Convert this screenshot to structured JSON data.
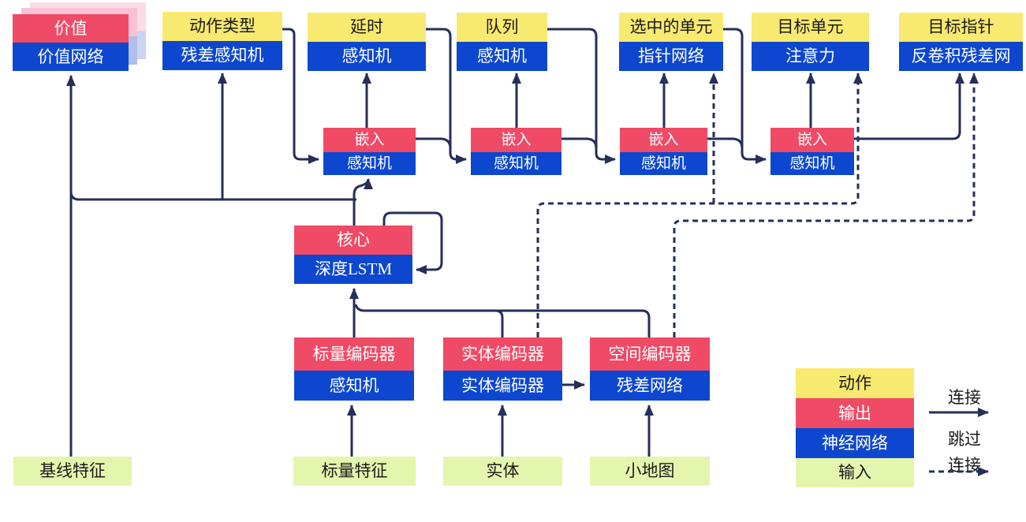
{
  "diagram_title": "agent-architecture-diagram",
  "colors": {
    "action_yellow": "#F8E971",
    "output_red": "#EF4A66",
    "network_blue": "#0D47D0",
    "input_green": "#E4F6AE",
    "connector_navy": "#252F58",
    "value_shadow_pink": "#F7C3D4",
    "value_shadow_pink_far": "#FBDBE6",
    "value_shadow_blue": "#AFBEEA",
    "value_shadow_blue_far": "#CBD5F3",
    "background": "#FFFFFF"
  },
  "nodes": {
    "value": {
      "output": "价值",
      "network": "价值网络"
    },
    "action_type": {
      "action": "动作类型",
      "network": "残差感知机"
    },
    "delay": {
      "action": "延时",
      "network": "感知机"
    },
    "queue": {
      "action": "队列",
      "network": "感知机"
    },
    "selected_units": {
      "action": "选中的单元",
      "network": "指针网络"
    },
    "target_unit": {
      "action": "目标单元",
      "network": "注意力"
    },
    "target_point": {
      "action": "目标指针",
      "network": "反卷积残差网"
    },
    "embedding": {
      "output": "嵌入",
      "network": "感知机"
    },
    "core": {
      "output": "核心",
      "network": "深度LSTM"
    },
    "scalar_encoder": {
      "output": "标量编码器",
      "network": "感知机"
    },
    "entity_encoder": {
      "output": "实体编码器",
      "network": "实体编码器"
    },
    "spatial_encoder": {
      "output": "空间编码器",
      "network": "残差网络"
    },
    "baseline_features": "基线特征",
    "scalar_features": "标量特征",
    "entities": "实体",
    "minimap": "小地图"
  },
  "legend": {
    "action": "动作",
    "output": "输出",
    "network": "神经网络",
    "input": "输入",
    "connection": "连接",
    "skip_line1": "跳过",
    "skip_line2": "连接"
  }
}
